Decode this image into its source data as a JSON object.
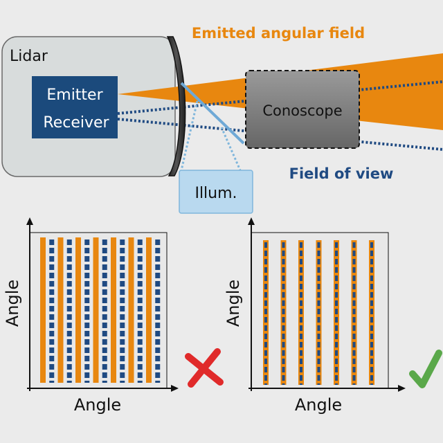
{
  "labels": {
    "lidar": "Lidar",
    "emitter": "Emitter",
    "receiver": "Receiver",
    "conoscope": "Conoscope",
    "illum": "Illum.",
    "emitted_field": "Emitted angular field",
    "field_of_view": "Field of view"
  },
  "plots": [
    {
      "xlabel": "Angle",
      "ylabel": "Angle",
      "verdict": "mismatch",
      "verdict_icon": "cross-icon",
      "emitter_columns": 7,
      "receiver_columns": 7,
      "alignment": "offset"
    },
    {
      "xlabel": "Angle",
      "ylabel": "Angle",
      "verdict": "match",
      "verdict_icon": "check-icon",
      "emitter_columns": 7,
      "receiver_columns": 7,
      "alignment": "aligned"
    }
  ],
  "colors": {
    "background": "#ebebeb",
    "lidar_box": "#d8dcdc",
    "emitter_box": "#1b4a7c",
    "orange": "#e8870f",
    "navy": "#1f4a82",
    "conoscope": "#7d7d7d",
    "illum_box": "#b9d9ef",
    "light_blue": "#7fb6dc",
    "cross": "#e02a2a",
    "check": "#5aa84a"
  }
}
